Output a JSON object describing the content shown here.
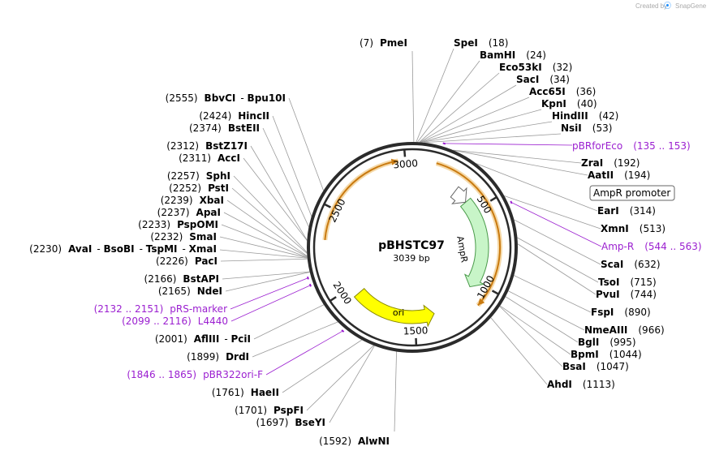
{
  "watermark": {
    "created_by": "Created by",
    "brand": "SnapGene"
  },
  "plasmid": {
    "name": "pBHSTC97",
    "length_label": "3039 bp",
    "length": 3039
  },
  "ring_ticks": [
    "500",
    "1000",
    "1500",
    "2000",
    "2500",
    "3000"
  ],
  "features": [
    {
      "label": "AmpR",
      "start": 420,
      "end": 1050,
      "color": "#c8f5c8"
    },
    {
      "label": "ori",
      "start": 1365,
      "end": 1937,
      "color": "#ffff00"
    },
    {
      "label": "AmpR promoter",
      "start": 315,
      "end": 419,
      "color": "#ffffff"
    }
  ],
  "orange_arrows": [
    {
      "start": 135,
      "end": 1110
    },
    {
      "start": 2320,
      "end": 2960
    }
  ],
  "sites": [
    {
      "name": "PmeI",
      "pos": "(7)"
    },
    {
      "name": "SpeI",
      "pos": "(18)"
    },
    {
      "name": "BamHI",
      "pos": "(24)"
    },
    {
      "name": "Eco53kI",
      "pos": "(32)"
    },
    {
      "name": "SacI",
      "pos": "(34)"
    },
    {
      "name": "Acc65I",
      "pos": "(36)"
    },
    {
      "name": "KpnI",
      "pos": "(40)"
    },
    {
      "name": "HindIII",
      "pos": "(42)"
    },
    {
      "name": "NsiI",
      "pos": "(53)"
    },
    {
      "name": "ZraI",
      "pos": "(192)"
    },
    {
      "name": "AatII",
      "pos": "(194)"
    },
    {
      "name": "EarI",
      "pos": "(314)"
    },
    {
      "name": "XmnI",
      "pos": "(513)"
    },
    {
      "name": "ScaI",
      "pos": "(632)"
    },
    {
      "name": "TsoI",
      "pos": "(715)"
    },
    {
      "name": "PvuI",
      "pos": "(744)"
    },
    {
      "name": "FspI",
      "pos": "(890)"
    },
    {
      "name": "NmeAIII",
      "pos": "(966)"
    },
    {
      "name": "BglI",
      "pos": "(995)"
    },
    {
      "name": "BpmI",
      "pos": "(1044)"
    },
    {
      "name": "BsaI",
      "pos": "(1047)"
    },
    {
      "name": "AhdI",
      "pos": "(1113)"
    },
    {
      "name": "AlwNI",
      "pos": "(1592)"
    },
    {
      "name": "BseYI",
      "pos": "(1697)"
    },
    {
      "name": "PspFI",
      "pos": "(1701)"
    },
    {
      "name": "HaeII",
      "pos": "(1761)"
    },
    {
      "name": "DrdI",
      "pos": "(1899)"
    },
    {
      "name": "AflIII",
      "name2": "PciI",
      "pos": "(2001)"
    },
    {
      "name": "NdeI",
      "pos": "(2165)"
    },
    {
      "name": "BstAPI",
      "pos": "(2166)"
    },
    {
      "name": "PacI",
      "pos": "(2226)"
    },
    {
      "name": "AvaI",
      "name2": "BsoBI",
      "name3": "TspMI",
      "name4": "XmaI",
      "pos": "(2230)"
    },
    {
      "name": "SmaI",
      "pos": "(2232)"
    },
    {
      "name": "PspOMI",
      "pos": "(2233)"
    },
    {
      "name": "ApaI",
      "pos": "(2237)"
    },
    {
      "name": "XbaI",
      "pos": "(2239)"
    },
    {
      "name": "PstI",
      "pos": "(2252)"
    },
    {
      "name": "SphI",
      "pos": "(2257)"
    },
    {
      "name": "AccI",
      "pos": "(2311)"
    },
    {
      "name": "BstZ17I",
      "pos": "(2312)"
    },
    {
      "name": "BstEII",
      "pos": "(2374)"
    },
    {
      "name": "HincII",
      "pos": "(2424)"
    },
    {
      "name": "BbvCI",
      "name2": "Bpu10I",
      "pos": "(2555)"
    }
  ],
  "primers": [
    {
      "name": "pBRforEco",
      "range": "(135 .. 153)"
    },
    {
      "name": "Amp-R",
      "range": "(544 .. 563)"
    },
    {
      "name": "pRS-marker",
      "range": "(2132 .. 2151)"
    },
    {
      "name": "L4440",
      "range": "(2099 .. 2116)"
    },
    {
      "name": "pBR322ori-F",
      "range": "(1846 .. 1865)"
    }
  ]
}
